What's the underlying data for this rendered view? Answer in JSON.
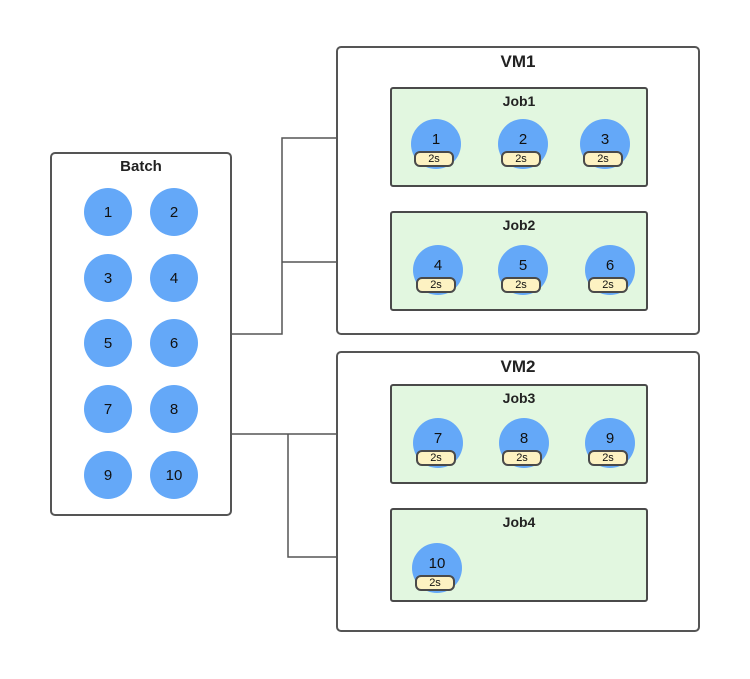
{
  "batch": {
    "title": "Batch",
    "items": [
      "1",
      "2",
      "3",
      "4",
      "5",
      "6",
      "7",
      "8",
      "9",
      "10"
    ]
  },
  "vm1": {
    "title": "VM1",
    "jobs": [
      {
        "title": "Job1",
        "tasks": [
          {
            "id": "1",
            "dur": "2s"
          },
          {
            "id": "2",
            "dur": "2s"
          },
          {
            "id": "3",
            "dur": "2s"
          }
        ]
      },
      {
        "title": "Job2",
        "tasks": [
          {
            "id": "4",
            "dur": "2s"
          },
          {
            "id": "5",
            "dur": "2s"
          },
          {
            "id": "6",
            "dur": "2s"
          }
        ]
      }
    ]
  },
  "vm2": {
    "title": "VM2",
    "jobs": [
      {
        "title": "Job3",
        "tasks": [
          {
            "id": "7",
            "dur": "2s"
          },
          {
            "id": "8",
            "dur": "2s"
          },
          {
            "id": "9",
            "dur": "2s"
          }
        ]
      },
      {
        "title": "Job4",
        "tasks": [
          {
            "id": "10",
            "dur": "2s"
          }
        ]
      }
    ]
  },
  "colors": {
    "circle": "#64a8f8",
    "job_fill": "#e2f7e0",
    "duration_fill": "#fdf2c2",
    "border": "#555555"
  }
}
